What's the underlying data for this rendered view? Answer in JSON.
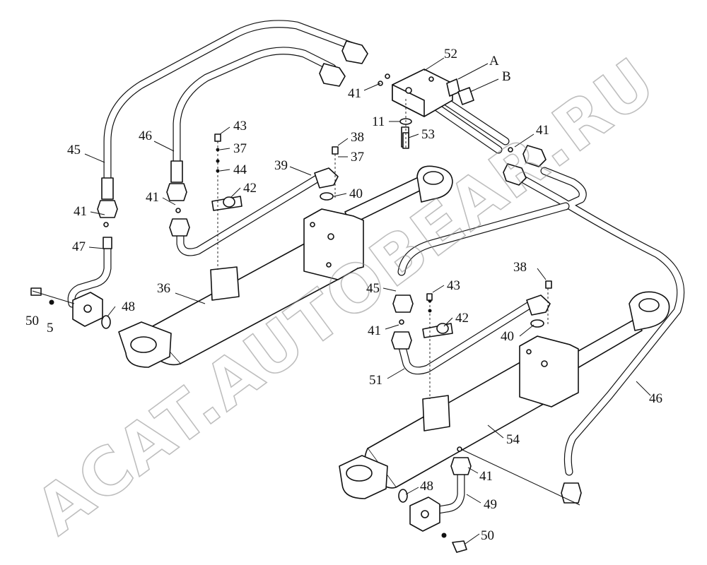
{
  "diagram": {
    "watermark": "ACAT.AUTOBEAR.RU",
    "callouts": [
      {
        "id": "c36",
        "text": "36"
      },
      {
        "id": "c45a",
        "text": "45"
      },
      {
        "id": "c46a",
        "text": "46"
      },
      {
        "id": "c41a",
        "text": "41"
      },
      {
        "id": "c47",
        "text": "47"
      },
      {
        "id": "c50a",
        "text": "50"
      },
      {
        "id": "c5",
        "text": "5"
      },
      {
        "id": "c48a",
        "text": "48"
      },
      {
        "id": "c41b",
        "text": "41"
      },
      {
        "id": "c43a",
        "text": "43"
      },
      {
        "id": "c37a",
        "text": "37"
      },
      {
        "id": "c44",
        "text": "44"
      },
      {
        "id": "c42a",
        "text": "42"
      },
      {
        "id": "c39",
        "text": "39"
      },
      {
        "id": "c38a",
        "text": "38"
      },
      {
        "id": "c37b",
        "text": "37"
      },
      {
        "id": "c40a",
        "text": "40"
      },
      {
        "id": "c41c",
        "text": "41"
      },
      {
        "id": "c52",
        "text": "52"
      },
      {
        "id": "cA",
        "text": "A"
      },
      {
        "id": "cB",
        "text": "B"
      },
      {
        "id": "c11",
        "text": "11"
      },
      {
        "id": "c53",
        "text": "53"
      },
      {
        "id": "c41d",
        "text": "41"
      },
      {
        "id": "c45b",
        "text": "45"
      },
      {
        "id": "c41e",
        "text": "41"
      },
      {
        "id": "c43b",
        "text": "43"
      },
      {
        "id": "c42b",
        "text": "42"
      },
      {
        "id": "c38b",
        "text": "38"
      },
      {
        "id": "c40b",
        "text": "40"
      },
      {
        "id": "c51",
        "text": "51"
      },
      {
        "id": "c46b",
        "text": "46"
      },
      {
        "id": "c54",
        "text": "54"
      },
      {
        "id": "c41f",
        "text": "41"
      },
      {
        "id": "c48b",
        "text": "48"
      },
      {
        "id": "c49",
        "text": "49"
      },
      {
        "id": "c50b",
        "text": "50"
      }
    ]
  }
}
